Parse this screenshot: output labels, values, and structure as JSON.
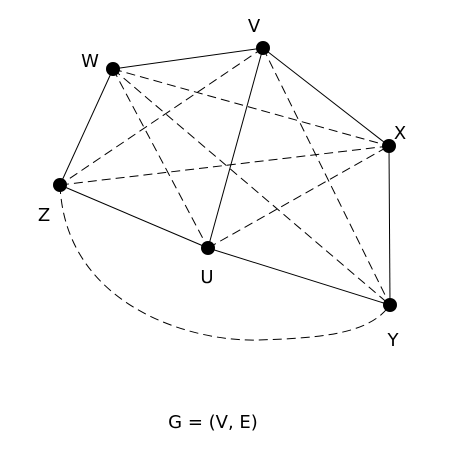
{
  "graph": {
    "vertices": [
      {
        "id": "V",
        "label": "V"
      },
      {
        "id": "W",
        "label": "W"
      },
      {
        "id": "X",
        "label": "X"
      },
      {
        "id": "Z",
        "label": "Z"
      },
      {
        "id": "U",
        "label": "U"
      },
      {
        "id": "Y",
        "label": "Y"
      }
    ],
    "solid_edges": [
      [
        "W",
        "V"
      ],
      [
        "V",
        "X"
      ],
      [
        "W",
        "Z"
      ],
      [
        "V",
        "U"
      ],
      [
        "Z",
        "U"
      ],
      [
        "U",
        "Y"
      ],
      [
        "X",
        "Y"
      ]
    ],
    "dashed_edges": [
      [
        "W",
        "X"
      ],
      [
        "W",
        "U"
      ],
      [
        "W",
        "Y"
      ],
      [
        "V",
        "Z"
      ],
      [
        "V",
        "Y"
      ],
      [
        "Z",
        "X"
      ],
      [
        "U",
        "X"
      ],
      [
        "Z",
        "Y"
      ]
    ]
  },
  "caption": "G = (V, E)",
  "colors": {
    "ink": "#000000",
    "background": "#ffffff"
  }
}
